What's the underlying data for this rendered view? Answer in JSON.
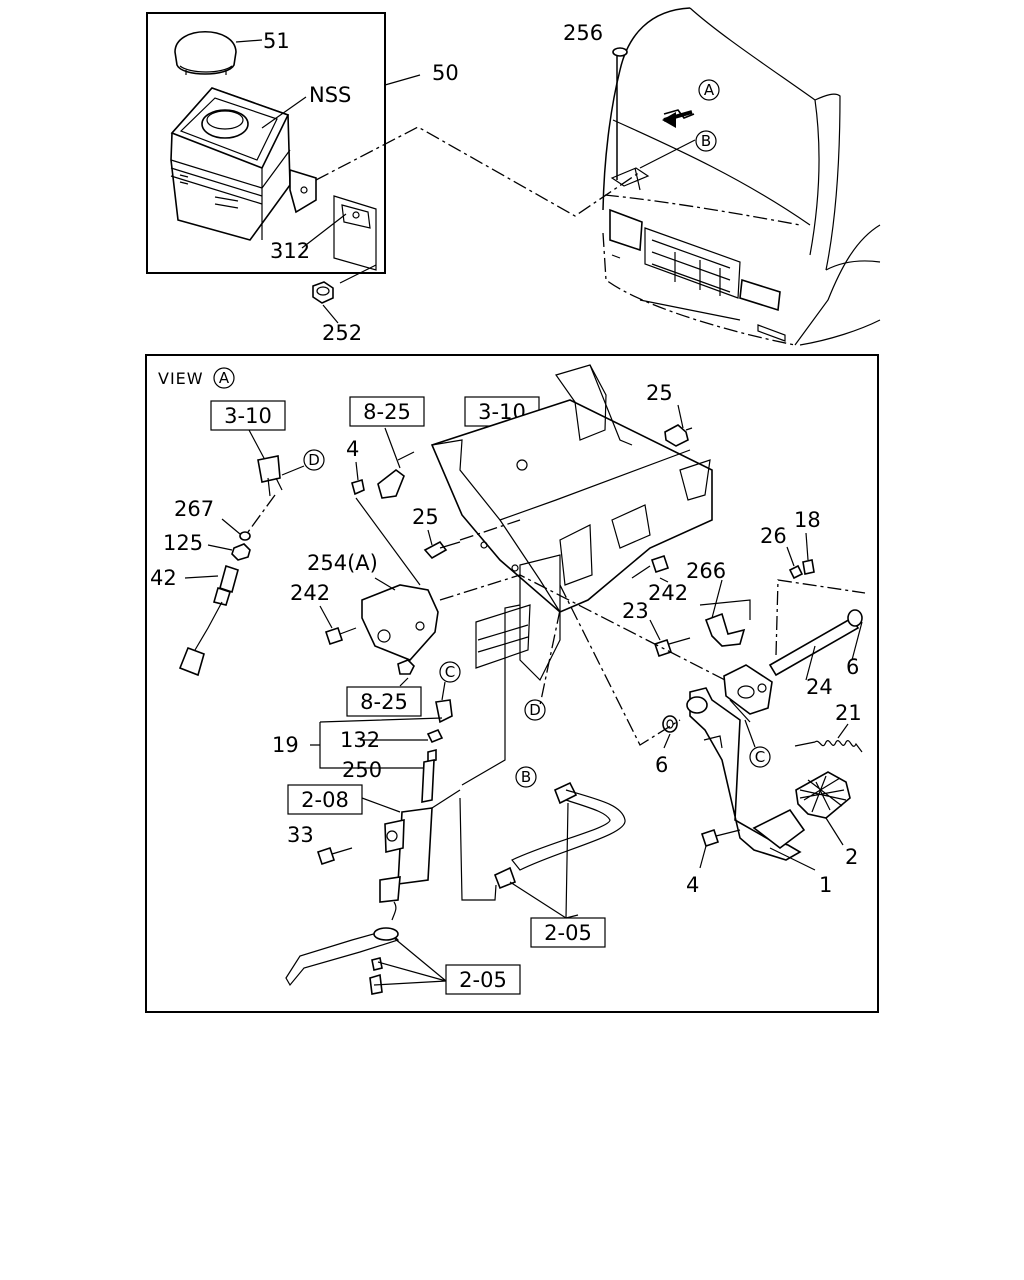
{
  "view": {
    "label": "VIEW",
    "marker": "A"
  },
  "callouts": {
    "p51": "51",
    "p50": "50",
    "nss": "NSS",
    "p312": "312",
    "p252": "252",
    "p256": "256",
    "p25a": "25",
    "p4a": "4",
    "p25b": "25",
    "p267": "267",
    "p125": "125",
    "p42": "42",
    "p254a": "254(A)",
    "p242a": "242",
    "p242b": "242",
    "p266": "266",
    "p26": "26",
    "p18": "18",
    "p23": "23",
    "p6a": "6",
    "p24": "24",
    "p21": "21",
    "p19": "19",
    "p132": "132",
    "p250": "250",
    "p33": "33",
    "p6b": "6",
    "p4b": "4",
    "p1": "1",
    "p2": "2"
  },
  "refs": {
    "r310a": "3-10",
    "r310b": "3-10",
    "r825a": "8-25",
    "r825b": "8-25",
    "r208": "2-08",
    "r205a": "2-05",
    "r205b": "2-05"
  },
  "markers": {
    "A_top": "A",
    "B_top": "B",
    "A_view": "A",
    "D_top": "D",
    "C_mid": "C",
    "D_bottom": "D",
    "C_right": "C",
    "B_bottom": "B"
  }
}
